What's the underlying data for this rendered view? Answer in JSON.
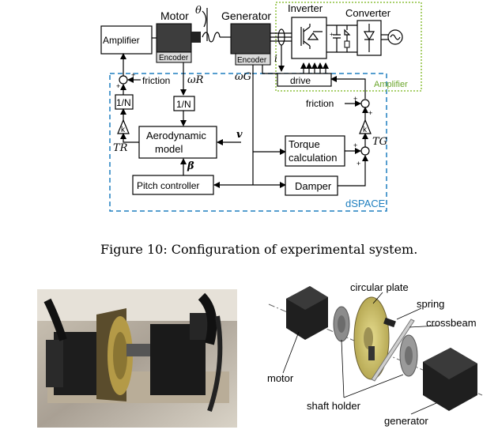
{
  "diagram": {
    "motor": "Motor",
    "generator": "Generator",
    "inverter": "Inverter",
    "converter": "Converter",
    "amplifier_left": "Amplifier",
    "encoder_motor": "Encoder",
    "encoder_gen": "Encoder",
    "drive": "drive",
    "amplifier_right": "Amplifier",
    "friction_left": "friction",
    "friction_right": "friction",
    "one_over_n_left": "1/N",
    "one_over_n_right": "1/N",
    "k_left": "k",
    "k_right": "k",
    "aero_model_l1": "Aerodynamic",
    "aero_model_l2": "model",
    "torque_calc_l1": "Torque",
    "torque_calc_l2": "calculation",
    "damper": "Damper",
    "pitch_controller": "Pitch controller",
    "dspace": "dSPACE",
    "theta": "θ",
    "omega_r": "ωR",
    "omega_g": "ωG",
    "current_i": "i",
    "t_r": "TR",
    "t_g": "TG",
    "v": "v",
    "beta": "β",
    "plus": "+",
    "minus": "−"
  },
  "caption": "Figure 10: Configuration of experimental system.",
  "photo_labels": {
    "circular_plate": "circular plate",
    "spring": "spring",
    "crossbeam": "crossbeam",
    "motor": "motor",
    "shaft_holder": "shaft holder",
    "generator": "generator"
  },
  "colors": {
    "dspace_border": "#1f7fbf",
    "amplifier_border": "#8dc03f",
    "plate_fill": "#c8bb6a",
    "motor_fill": "#3d3d3d"
  }
}
